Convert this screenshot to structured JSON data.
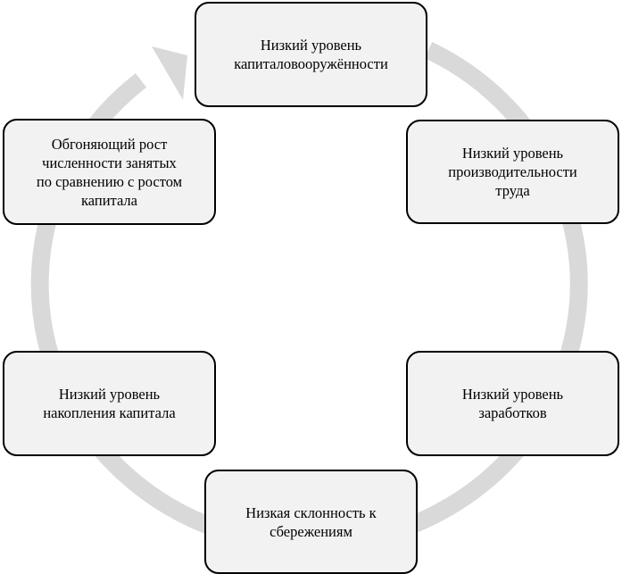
{
  "diagram": {
    "type": "cycle",
    "colors": {
      "node_fill": "#f2f2f2",
      "node_border": "#000000",
      "cycle_arrow": "#d9d9d9"
    },
    "cycle_arrow_icon": "clockwise-cycle-arrow-icon",
    "nodes": [
      {
        "lines": [
          "Низкий уровень",
          "капиталовооружённости"
        ]
      },
      {
        "lines": [
          "Низкий уровень",
          "производительности",
          "труда"
        ]
      },
      {
        "lines": [
          "Низкий уровень",
          "заработков"
        ]
      },
      {
        "lines": [
          "Низкая склонность к",
          "сбережениям"
        ]
      },
      {
        "lines": [
          "Низкий уровень",
          "накопления капитала"
        ]
      },
      {
        "lines": [
          "Обгоняющий рост",
          "численности занятых",
          "по сравнению с ростом",
          "капитала"
        ]
      }
    ]
  }
}
